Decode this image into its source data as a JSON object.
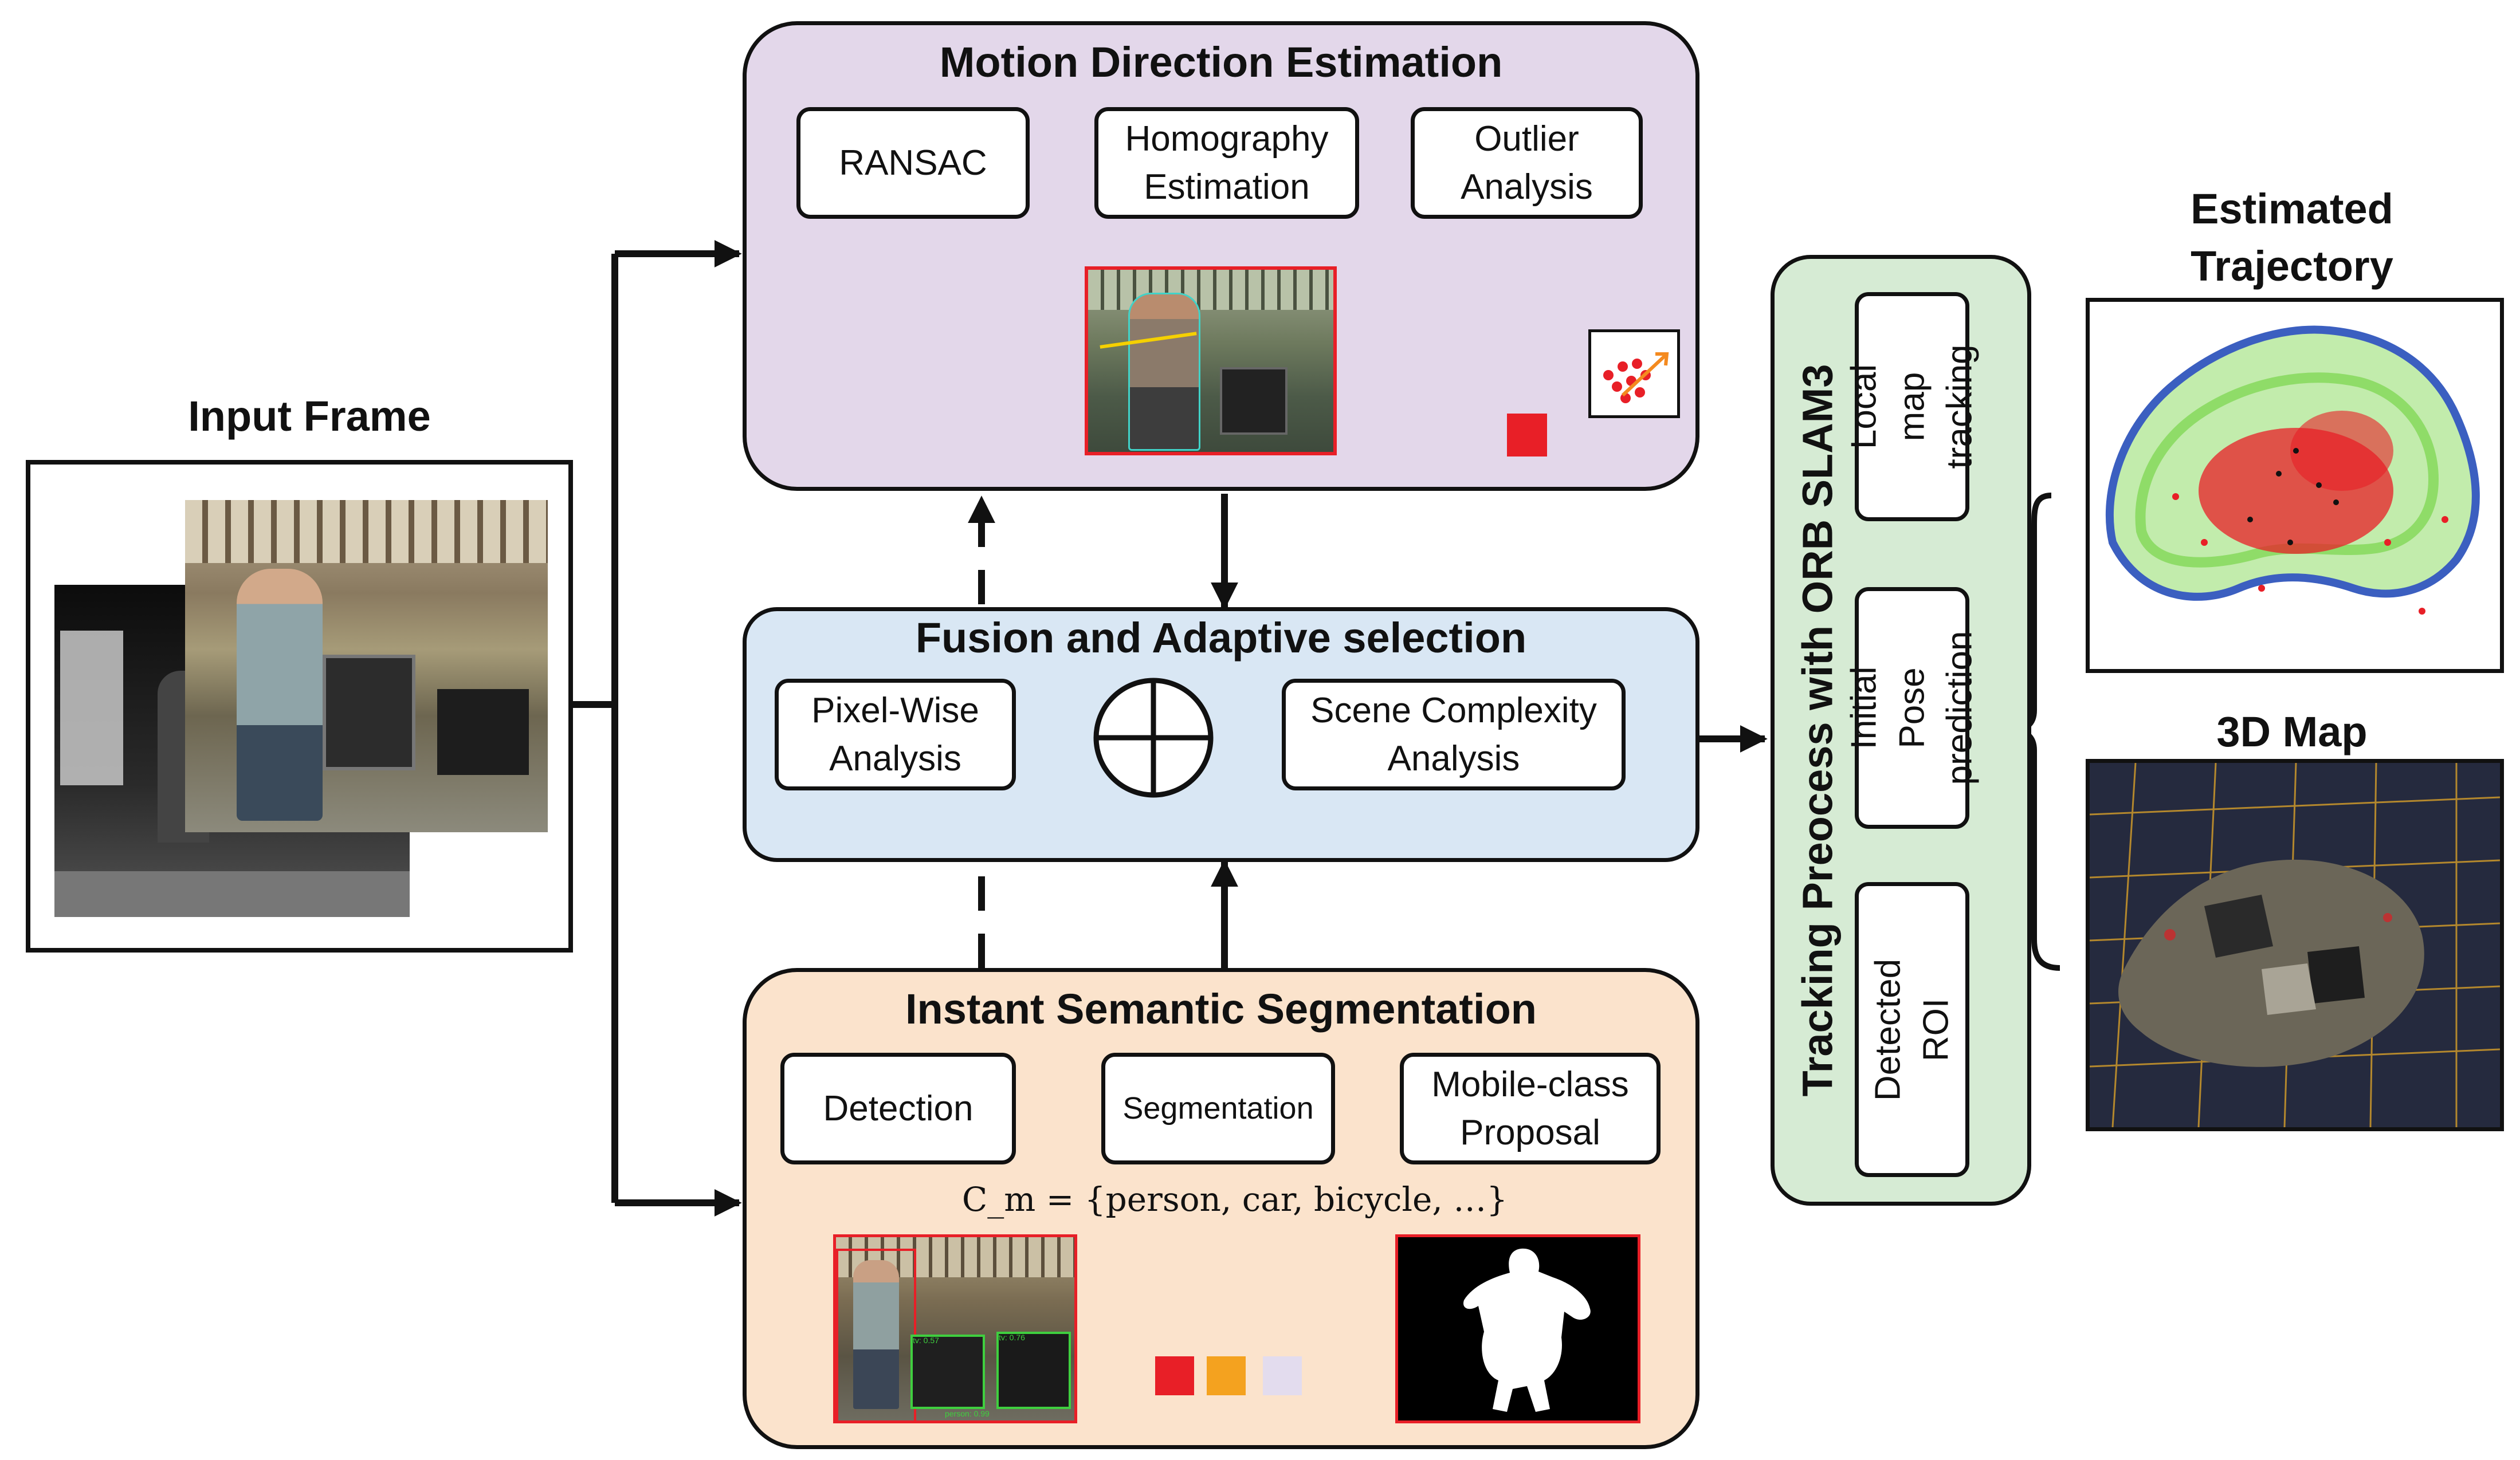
{
  "input": {
    "title": "Input Frame"
  },
  "motion": {
    "title": "Motion Direction Estimation",
    "ransac": "RANSAC",
    "homography": "Homography\nEstimation",
    "outlier": "Outlier\nAnalysis"
  },
  "fusion": {
    "title": "Fusion and Adaptive selection",
    "pixel": "Pixel-Wise\nAnalysis",
    "scene": "Scene Complexity\nAnalysis"
  },
  "semantic": {
    "title": "Instant Semantic Segmentation",
    "detection": "Detection",
    "segmentation": "Segmentation",
    "mobile": "Mobile-class\nProposal",
    "formula": "C_m = {person, car, bicycle, …}",
    "detection_labels": [
      "tv: 0.57",
      "tv: 0.76",
      "person: 0.99"
    ],
    "swatch_colors": [
      "#e81f27",
      "#f4a21f",
      "#e3dcee"
    ]
  },
  "tracking": {
    "title": "Tracking Preocess with ORB SLAM3",
    "roi": "Detected ROI",
    "initial": "Initial Pose\nprediction",
    "local": "Local map\ntracking"
  },
  "outputs": {
    "trajectory_title": "Estimated\nTrajectory",
    "map_title": "3D Map"
  },
  "colors": {
    "motion_panel": "#e3d7ea",
    "fusion_panel": "#d9e7f4",
    "semantic_panel": "#fbe3cc",
    "tracking_panel": "#d6ebd4",
    "highlight_red": "#e81f27"
  }
}
